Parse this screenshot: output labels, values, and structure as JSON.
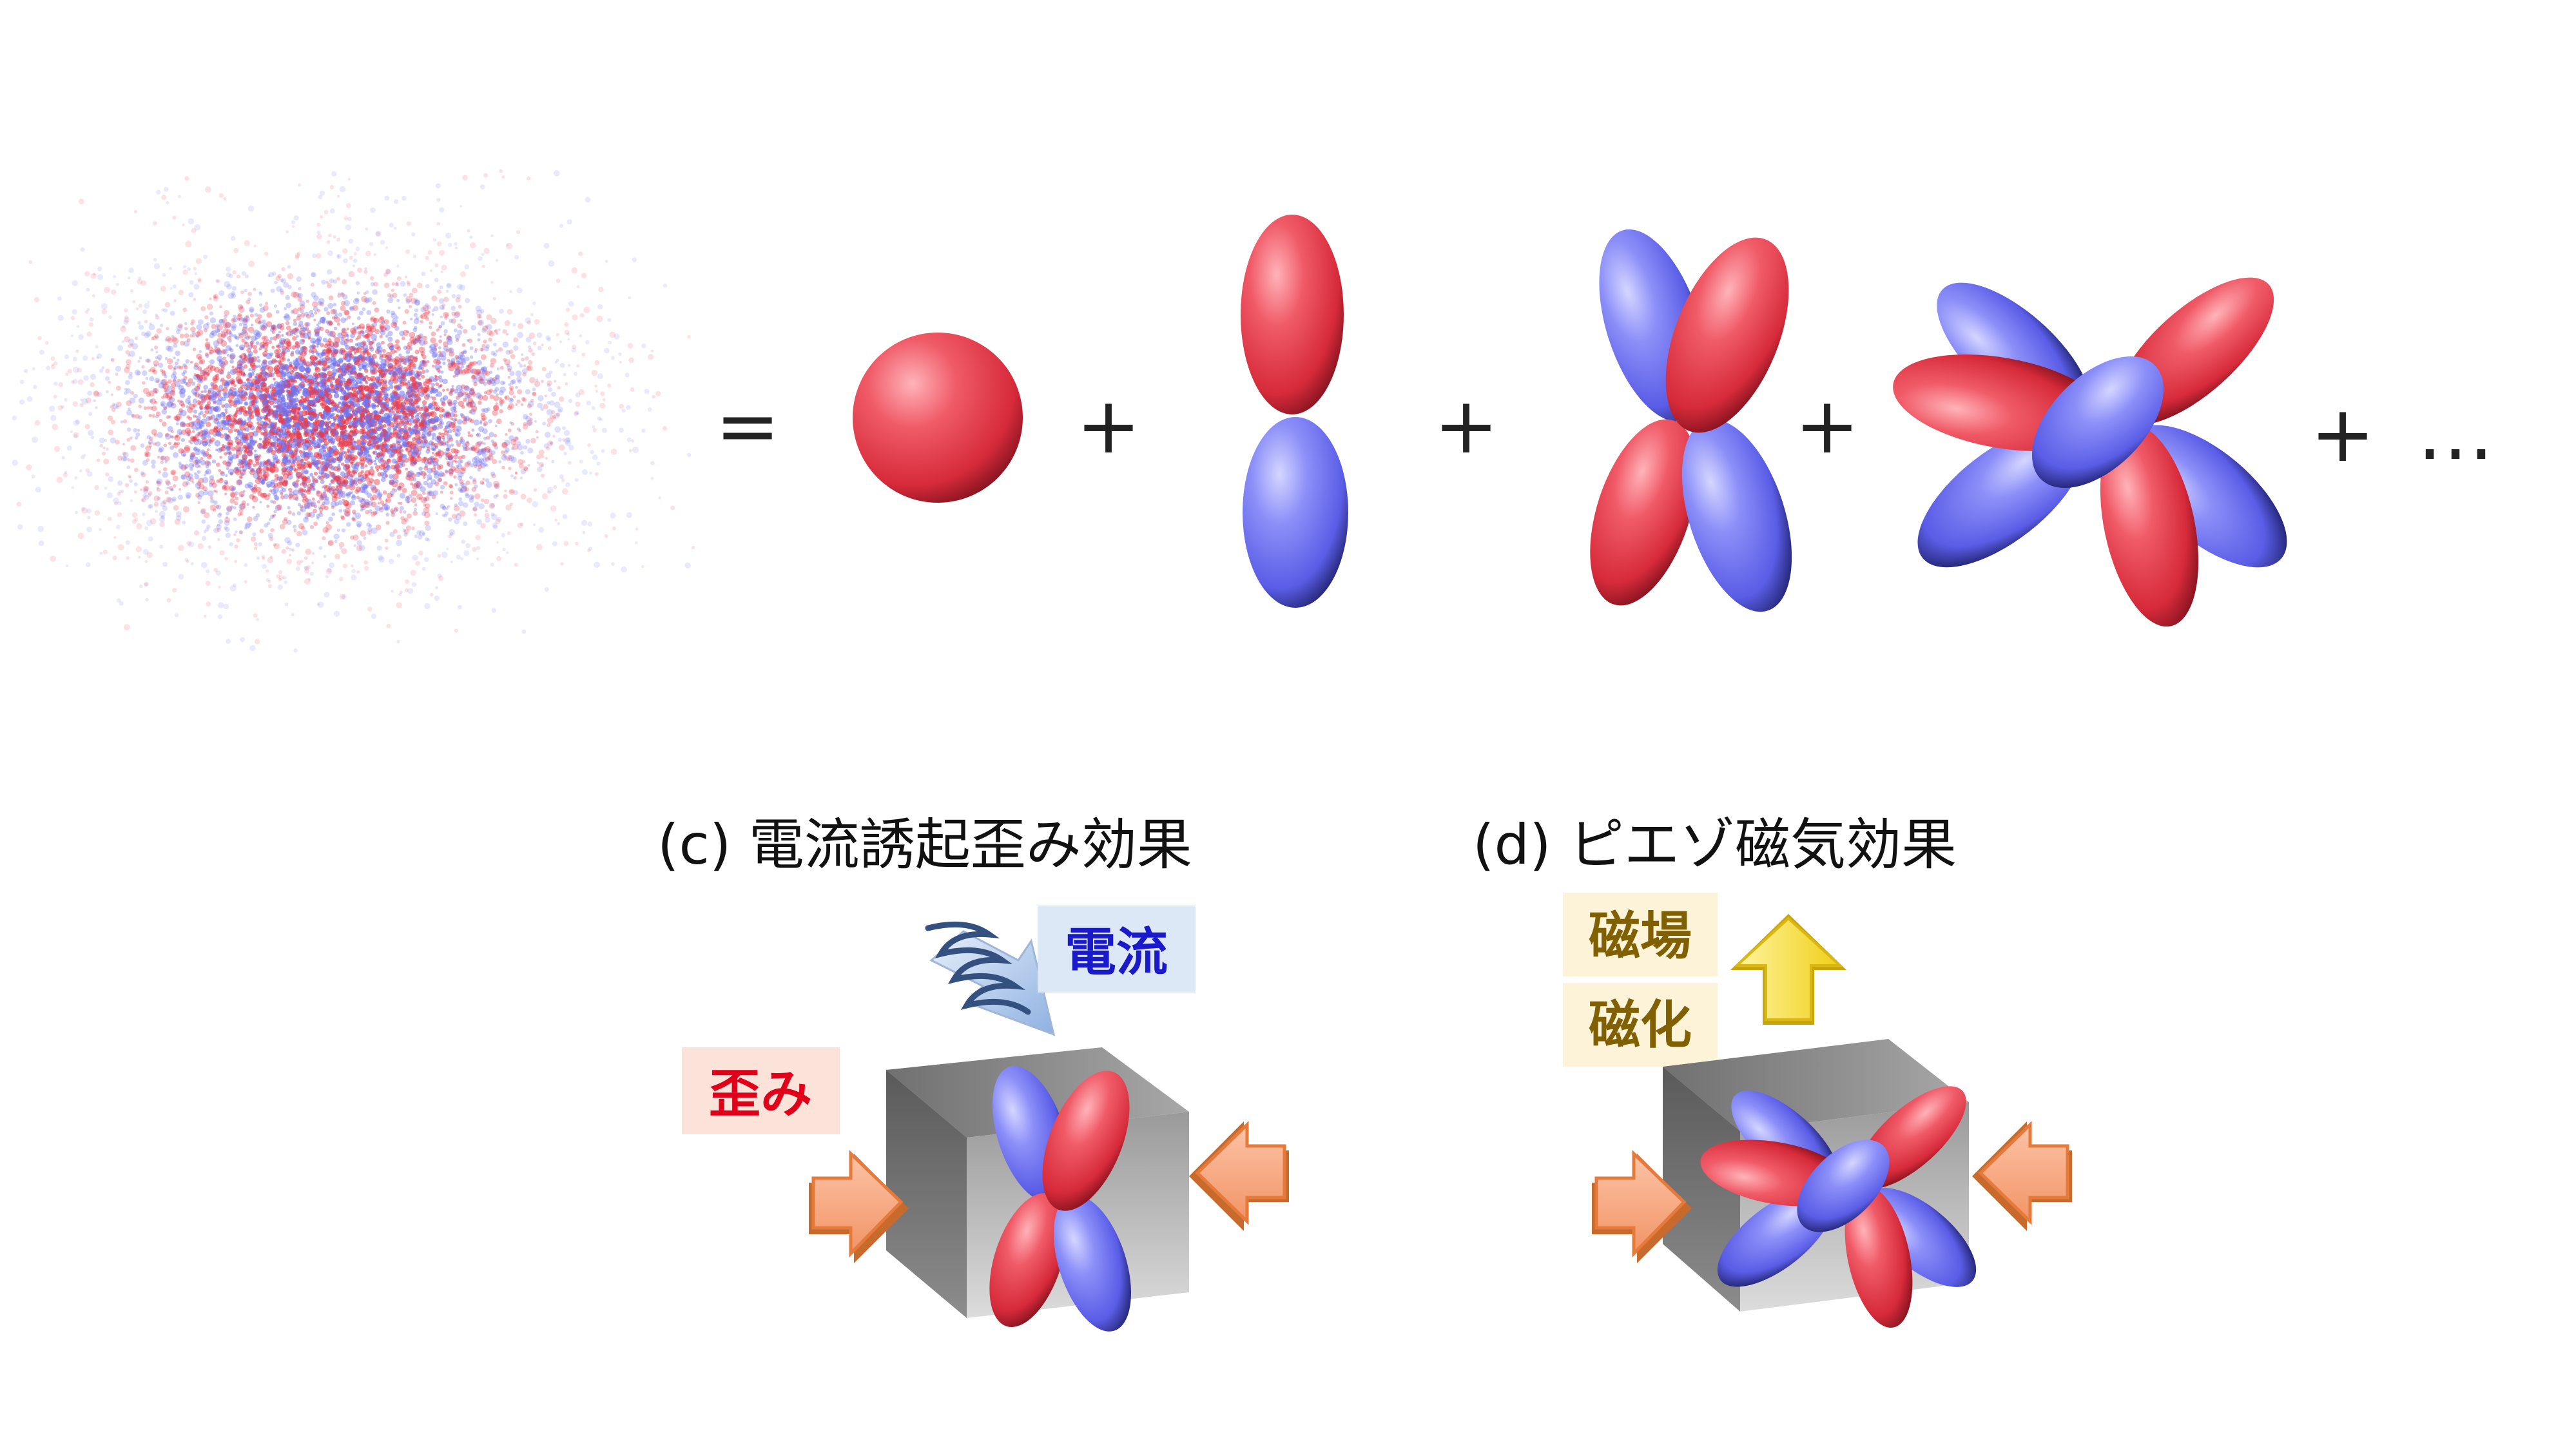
{
  "equation": {
    "equals": "=",
    "plus": "+",
    "ellipsis": "…"
  },
  "panel_c": {
    "caption": "(c) 電流誘起歪み効果",
    "current_label": "電流",
    "strain_label": "歪み"
  },
  "panel_d": {
    "caption": "(d) ピエゾ磁気効果",
    "field_label": "磁場",
    "magnetization_label": "磁化"
  },
  "colors": {
    "red_lobe": "#e83a4a",
    "blue_lobe": "#6f72f0",
    "current_text": "#1a1acc",
    "current_bg": "#dde8f6",
    "strain_text": "#e0001a",
    "strain_bg": "#fbe3da",
    "magnet_text": "#806000",
    "magnet_bg": "#fdf3d8",
    "orange_arrow": "#f7a57e",
    "yellow_arrow": "#f7df3a"
  }
}
